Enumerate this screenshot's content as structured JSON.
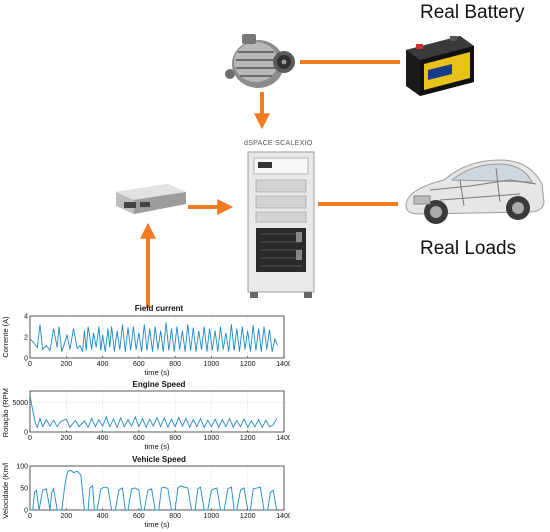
{
  "labels": {
    "battery": "Real Battery",
    "loads": "Real Loads",
    "scalexio": "dSPACE SCALEXIO"
  },
  "colors": {
    "arrow": "#f07b23",
    "trace": "#1f8ac8",
    "grid": "#d8d8d8"
  },
  "icons": [
    "alternator-icon",
    "battery-icon",
    "ecu-module-icon",
    "hil-rack-icon",
    "car-icon"
  ],
  "chart_data": [
    {
      "type": "line",
      "title": "Field current",
      "xlabel": "time (s)",
      "ylabel": "Corrente (A)",
      "xlim": [
        0,
        1400
      ],
      "ylim": [
        0,
        4
      ],
      "xticks": [
        0,
        200,
        400,
        600,
        800,
        1000,
        1200,
        1400
      ],
      "yticks": [
        0,
        2,
        4
      ],
      "grid": true,
      "series": [
        {
          "x": [
            0,
            20,
            40,
            55,
            70,
            90,
            110,
            130,
            150,
            160,
            175,
            190,
            205,
            220,
            240,
            260,
            275,
            290,
            300,
            310,
            320,
            340,
            350,
            365,
            380,
            390,
            400,
            415,
            430,
            440,
            450,
            465,
            480,
            495,
            510,
            525,
            540,
            555,
            570,
            585,
            600,
            615,
            630,
            645,
            660,
            675,
            690,
            705,
            720,
            735,
            750,
            765,
            780,
            795,
            810,
            825,
            840,
            855,
            870,
            885,
            900,
            915,
            930,
            945,
            960,
            975,
            990,
            1005,
            1020,
            1035,
            1050,
            1065,
            1080,
            1095,
            1110,
            1125,
            1140,
            1155,
            1170,
            1185,
            1200,
            1215,
            1230,
            1245,
            1260,
            1275,
            1290,
            1305,
            1320,
            1335,
            1350,
            1365
          ],
          "y": [
            1.8,
            1.5,
            1.0,
            3.2,
            0.8,
            1.2,
            0.7,
            2.8,
            1.0,
            3.0,
            0.6,
            1.4,
            2.2,
            0.8,
            2.8,
            0.9,
            1.2,
            0.6,
            2.6,
            0.7,
            3.0,
            0.8,
            2.4,
            1.0,
            3.0,
            0.7,
            2.2,
            0.6,
            2.8,
            1.0,
            3.0,
            0.6,
            2.6,
            0.8,
            3.2,
            0.6,
            2.9,
            0.7,
            3.0,
            0.8,
            2.4,
            0.6,
            3.2,
            0.7,
            2.8,
            0.6,
            3.0,
            0.8,
            2.6,
            0.6,
            3.4,
            0.7,
            2.8,
            0.6,
            3.0,
            0.8,
            2.6,
            0.6,
            3.2,
            0.7,
            2.9,
            0.6,
            2.6,
            0.8,
            3.0,
            0.6,
            2.8,
            0.7,
            2.6,
            0.6,
            3.0,
            0.8,
            2.4,
            0.6,
            3.2,
            0.7,
            2.8,
            0.6,
            3.0,
            0.8,
            2.6,
            0.6,
            3.1,
            0.7,
            2.8,
            0.6,
            3.0,
            0.8,
            2.7,
            0.6,
            1.8,
            1.2
          ]
        }
      ]
    },
    {
      "type": "line",
      "title": "Engine Speed",
      "xlabel": "time (s)",
      "ylabel": "Rotação (RPM)",
      "xlim": [
        0,
        1400
      ],
      "ylim": [
        0,
        7000
      ],
      "xticks": [
        0,
        200,
        400,
        600,
        800,
        1000,
        1200,
        1400
      ],
      "yticks": [
        0,
        5000
      ],
      "grid": true,
      "series": [
        {
          "x": [
            0,
            10,
            20,
            30,
            40,
            55,
            70,
            90,
            110,
            130,
            150,
            170,
            200,
            220,
            250,
            270,
            300,
            320,
            340,
            360,
            380,
            400,
            420,
            440,
            460,
            480,
            500,
            520,
            540,
            560,
            580,
            600,
            620,
            640,
            660,
            680,
            700,
            720,
            740,
            760,
            780,
            800,
            820,
            840,
            860,
            880,
            900,
            920,
            940,
            960,
            980,
            1000,
            1020,
            1040,
            1060,
            1080,
            1100,
            1120,
            1140,
            1160,
            1180,
            1200,
            1220,
            1240,
            1260,
            1280,
            1300,
            1320,
            1340,
            1360
          ],
          "y": [
            6200,
            4500,
            3000,
            1500,
            800,
            2300,
            900,
            2100,
            1000,
            2000,
            900,
            1800,
            2200,
            800,
            2000,
            900,
            1900,
            800,
            2300,
            900,
            2100,
            1000,
            2600,
            900,
            2200,
            800,
            2400,
            900,
            2100,
            1000,
            2600,
            900,
            2300,
            800,
            2200,
            1000,
            2500,
            900,
            2400,
            800,
            2200,
            900,
            2500,
            1000,
            2300,
            800,
            2100,
            900,
            2300,
            800,
            2000,
            900,
            2200,
            800,
            2100,
            900,
            2300,
            800,
            2000,
            900,
            2200,
            800,
            1900,
            900,
            2100,
            800,
            2000,
            900,
            1200,
            2300
          ]
        }
      ]
    },
    {
      "type": "line",
      "title": "Vehicle Speed",
      "xlabel": "time (s)",
      "ylabel": "Velocidade (Km/h)",
      "xlim": [
        0,
        1400
      ],
      "ylim": [
        0,
        100
      ],
      "xticks": [
        0,
        200,
        400,
        600,
        800,
        1000,
        1200,
        1400
      ],
      "yticks": [
        0,
        50,
        100
      ],
      "grid": true,
      "series": [
        {
          "x": [
            0,
            15,
            25,
            35,
            50,
            70,
            90,
            110,
            120,
            130,
            150,
            175,
            190,
            200,
            210,
            225,
            240,
            260,
            280,
            300,
            320,
            330,
            345,
            355,
            370,
            390,
            410,
            430,
            450,
            470,
            490,
            510,
            525,
            540,
            560,
            580,
            600,
            615,
            630,
            650,
            670,
            690,
            710,
            725,
            740,
            760,
            780,
            800,
            815,
            830,
            850,
            870,
            890,
            910,
            925,
            940,
            960,
            980,
            1000,
            1015,
            1030,
            1050,
            1070,
            1090,
            1110,
            1125,
            1140,
            1160,
            1180,
            1200,
            1215,
            1230,
            1250,
            1270,
            1290,
            1310,
            1325,
            1340,
            1360
          ],
          "y": [
            0,
            0,
            40,
            45,
            0,
            45,
            48,
            0,
            40,
            48,
            0,
            0,
            50,
            75,
            88,
            90,
            85,
            88,
            80,
            0,
            0,
            50,
            55,
            0,
            0,
            48,
            52,
            50,
            0,
            0,
            45,
            50,
            0,
            0,
            48,
            50,
            45,
            0,
            0,
            45,
            48,
            0,
            0,
            50,
            52,
            48,
            0,
            0,
            50,
            55,
            52,
            50,
            0,
            0,
            48,
            52,
            0,
            0,
            45,
            48,
            50,
            0,
            0,
            48,
            52,
            0,
            0,
            45,
            50,
            0,
            0,
            48,
            50,
            52,
            0,
            0,
            40,
            45,
            0
          ]
        }
      ]
    }
  ]
}
